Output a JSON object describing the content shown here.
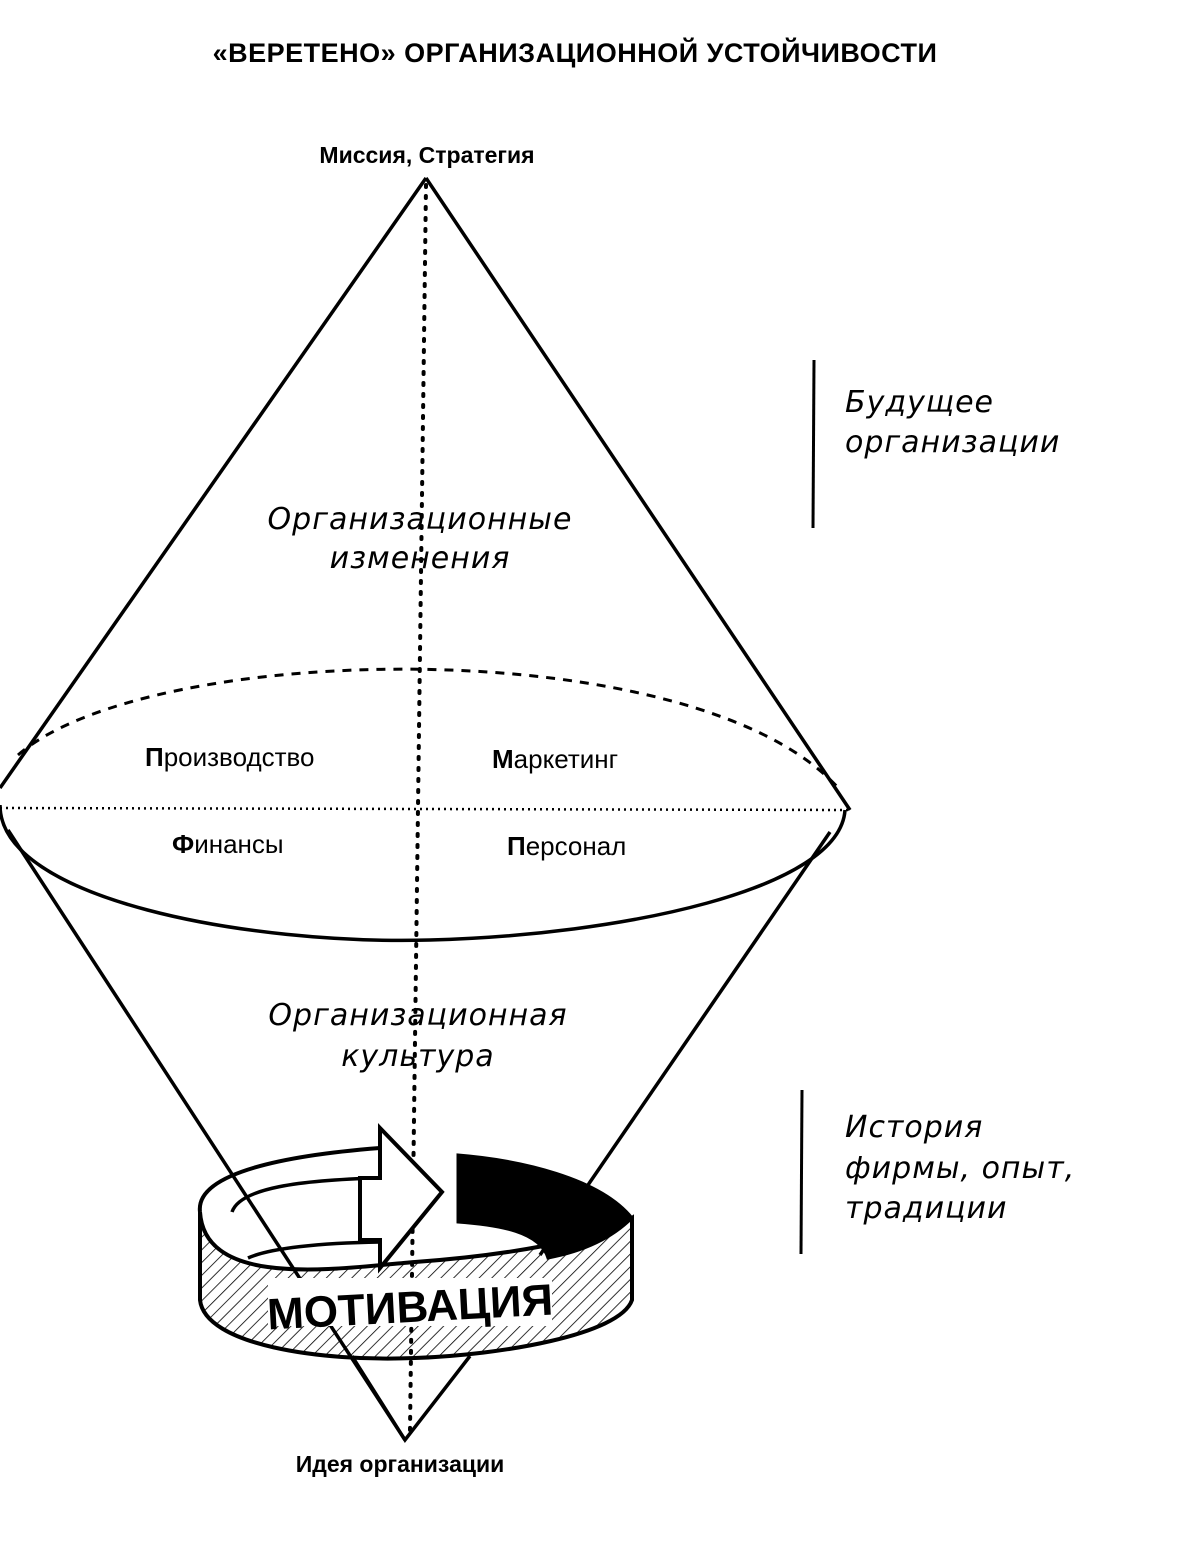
{
  "title": "«ВЕРЕТЕНО» ОРГАНИЗАЦИОННОЙ УСТОЙЧИВОСТИ",
  "apex_top": "Миссия, Стратегия",
  "apex_bottom": "Идея организации",
  "upper_cone": {
    "line1": "Организационные",
    "line2": "изменения"
  },
  "lower_cone": {
    "line1": "Организационная",
    "line2": "культура"
  },
  "quadrants": {
    "production": {
      "cap": "П",
      "rest": "роизводство"
    },
    "marketing": {
      "cap": "М",
      "rest": "аркетинг"
    },
    "finance": {
      "cap": "Ф",
      "rest": "инансы"
    },
    "personnel": {
      "cap": "П",
      "rest": "ерсонал"
    }
  },
  "side_future": {
    "line1": "Будущее",
    "line2": "организации"
  },
  "side_history": {
    "line1": "История",
    "line2": "фирмы, опыт,",
    "line3": "традиции"
  },
  "ring_label": "МОТИВАЦИЯ",
  "icons": {
    "ring": "rotation-arrow-ring-icon"
  },
  "colors": {
    "ink": "#000000",
    "paper": "#ffffff"
  }
}
